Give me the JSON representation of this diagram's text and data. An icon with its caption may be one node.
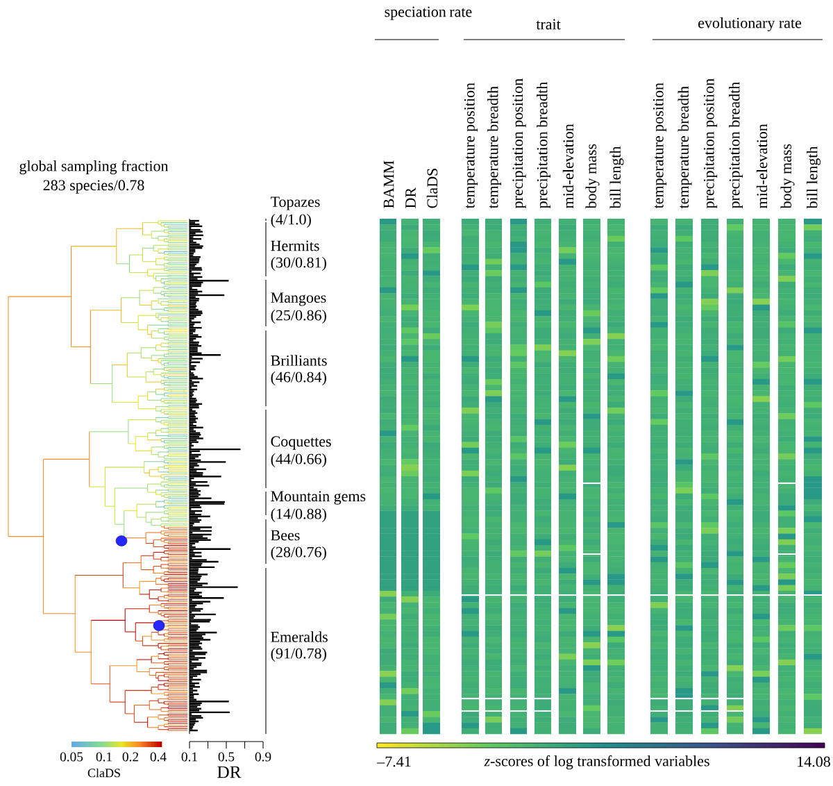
{
  "diagram": {
    "labels": [
      "speciation rate",
      "trait",
      "evolutionary rate",
      "BAMM",
      "DR",
      "ClaDS",
      "temperature position",
      "temperature breadth",
      "precipitation position",
      "precipitation breadth",
      "mid-elevation",
      "body mass",
      "bill length",
      "temperature position",
      "temperature breadth",
      "precipitation position",
      "precipitation breadth",
      "mid-elevation",
      "body mass",
      "bill length",
      "global sampling fraction",
      "283 species/0.78",
      "Topazes",
      "(4/1.0)",
      "Hermits",
      "(30/0.81)",
      "Mangoes",
      "(25/0.86)",
      "Brilliants",
      "(46/0.84)",
      "Coquettes",
      "(44/0.66)",
      "Mountain gems",
      "(14/0.88)",
      "Bees",
      "(28/0.76)",
      "Emeralds",
      "(91/0.78)",
      "0.05",
      "0.1",
      "0.2",
      "0.4",
      "ClaDS",
      "0.1",
      "0.5",
      "0.9",
      "DR",
      "–7.41",
      "*z*-scores of log transformed variables",
      "14.08"
    ]
  }
}
